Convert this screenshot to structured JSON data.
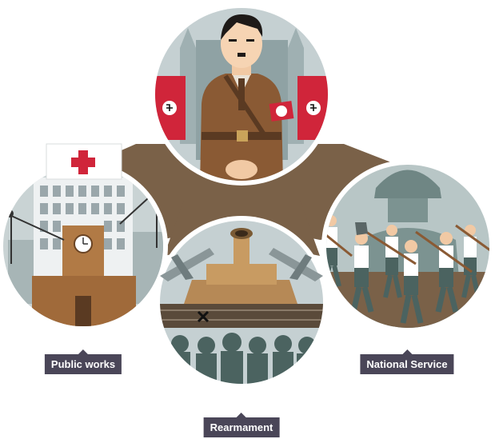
{
  "labels": {
    "public_works": "Public works",
    "national_service": "National Service",
    "rearmament": "Rearmament"
  },
  "colors": {
    "connector_brown": "#7a6148",
    "label_bg": "#4a4658",
    "flag_red": "#d0253a",
    "uniform_brown": "#8a5a34",
    "sky_grey": "#b9c4c6",
    "soldier_green": "#4b6360"
  },
  "icons": {
    "red_cross": "red-cross-icon",
    "swastika_flag": "flag-icon",
    "clock": "clock-icon",
    "iron_cross": "iron-cross-icon"
  }
}
